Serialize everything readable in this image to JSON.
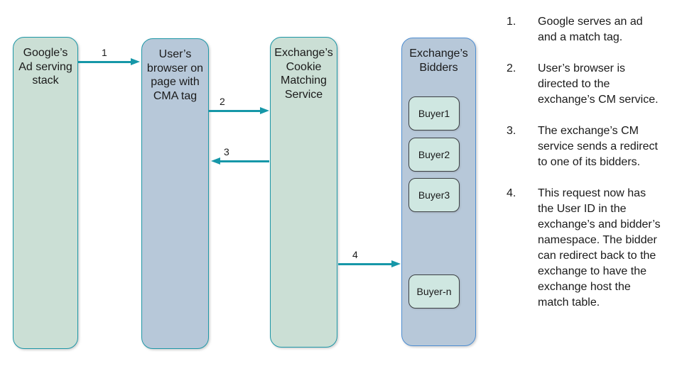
{
  "diagram": {
    "nodes": [
      {
        "label": "Google’s\nAd serving\nstack"
      },
      {
        "label": "User’s\nbrowser on\npage with\nCMA tag"
      },
      {
        "label": "Exchange’s\nCookie\nMatching\nService"
      },
      {
        "label": "Exchange’s\nBidders"
      }
    ],
    "buyers": [
      {
        "label": "Buyer1"
      },
      {
        "label": "Buyer2"
      },
      {
        "label": "Buyer3"
      },
      {
        "label": "Buyer-n"
      }
    ],
    "arrows": [
      {
        "label": "1"
      },
      {
        "label": "2"
      },
      {
        "label": "3"
      },
      {
        "label": "4"
      }
    ]
  },
  "steps": [
    {
      "num": "1.",
      "text": "Google serves an ad and a match tag."
    },
    {
      "num": "2.",
      "text": "User’s browser is directed to the exchange’s CM service."
    },
    {
      "num": "3.",
      "text": "The exchange’s CM service sends a redirect to one of its bidders."
    },
    {
      "num": "4.",
      "text": "This request now has the User ID in the exchange’s and bidder’s namespace. The bidder can redirect back to the exchange to have the exchange host the match table."
    }
  ],
  "colors": {
    "node_green_fill": "#cbdfd5",
    "node_blue_fill": "#b7c8d9",
    "teal_border": "#1e97a7",
    "blue_border": "#4e8ed2",
    "buyer_fill": "#cfe7e1",
    "buyer_border": "#3c4043",
    "arrow": "#1697a8",
    "text": "#1a1a1a",
    "background": "#ffffff"
  }
}
